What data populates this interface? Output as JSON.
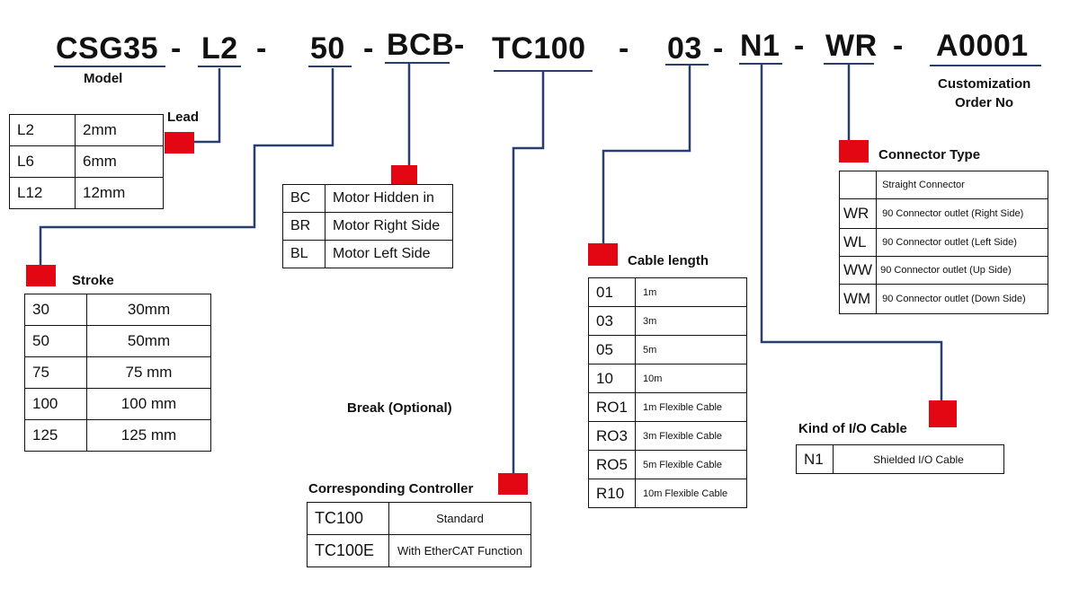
{
  "code_segments": [
    {
      "key": "model",
      "text": "CSG35"
    },
    {
      "key": "lead",
      "text": "L2"
    },
    {
      "key": "stroke",
      "text": "50"
    },
    {
      "key": "brake",
      "text": "BCB"
    },
    {
      "key": "controller",
      "text": "TC100"
    },
    {
      "key": "cable_length",
      "text": "03"
    },
    {
      "key": "io_cable",
      "text": "N1"
    },
    {
      "key": "connector",
      "text": "WR"
    },
    {
      "key": "custom",
      "text": "A0001"
    }
  ],
  "separator": "-",
  "labels": {
    "model": "Model",
    "custom_line1": "Customization",
    "custom_line2": "Order No",
    "lead": "Lead",
    "stroke": "Stroke",
    "break": "Break (Optional)",
    "controller": "Corresponding Controller",
    "cable_length": "Cable length",
    "io_cable": "Kind of I/O Cable",
    "connector": "Connector Type"
  },
  "lead_table": [
    {
      "code": "L2",
      "value": "2mm"
    },
    {
      "code": "L6",
      "value": "6mm"
    },
    {
      "code": "L12",
      "value": "12mm"
    }
  ],
  "stroke_table": [
    {
      "code": "30",
      "value": "30mm"
    },
    {
      "code": "50",
      "value": "50mm"
    },
    {
      "code": "75",
      "value": "75 mm"
    },
    {
      "code": "100",
      "value": "100 mm"
    },
    {
      "code": "125",
      "value": "125 mm"
    }
  ],
  "motor_table": [
    {
      "code": "BC",
      "value": "Motor Hidden in"
    },
    {
      "code": "BR",
      "value": "Motor Right Side"
    },
    {
      "code": "BL",
      "value": "Motor Left Side"
    }
  ],
  "controller_table": [
    {
      "code": "TC100",
      "value": "Standard"
    },
    {
      "code": "TC100E",
      "value": "With EtherCAT Function"
    }
  ],
  "cable_table": [
    {
      "code": "01",
      "value": "1m"
    },
    {
      "code": "03",
      "value": "3m"
    },
    {
      "code": "05",
      "value": "5m"
    },
    {
      "code": "10",
      "value": "10m"
    },
    {
      "code": "RO1",
      "value": "1m Flexible Cable"
    },
    {
      "code": "RO3",
      "value": "3m Flexible Cable"
    },
    {
      "code": "RO5",
      "value": "5m Flexible Cable"
    },
    {
      "code": "R10",
      "value": "10m Flexible Cable"
    }
  ],
  "io_table": [
    {
      "code": "N1",
      "value": "Shielded I/O Cable"
    }
  ],
  "connector_table": [
    {
      "code": "",
      "value": "Straight Connector"
    },
    {
      "code": "WR",
      "value": "90 Connector outlet (Right Side)"
    },
    {
      "code": "WL",
      "value": "90 Connector outlet (Left Side)"
    },
    {
      "code": "WW",
      "value": "90 Connector outlet (Up Side)"
    },
    {
      "code": "WM",
      "value": "90 Connector outlet (Down Side)"
    }
  ],
  "colors": {
    "marker": "#e30613",
    "connector_line": "#2a3e6e",
    "text": "#111111"
  }
}
